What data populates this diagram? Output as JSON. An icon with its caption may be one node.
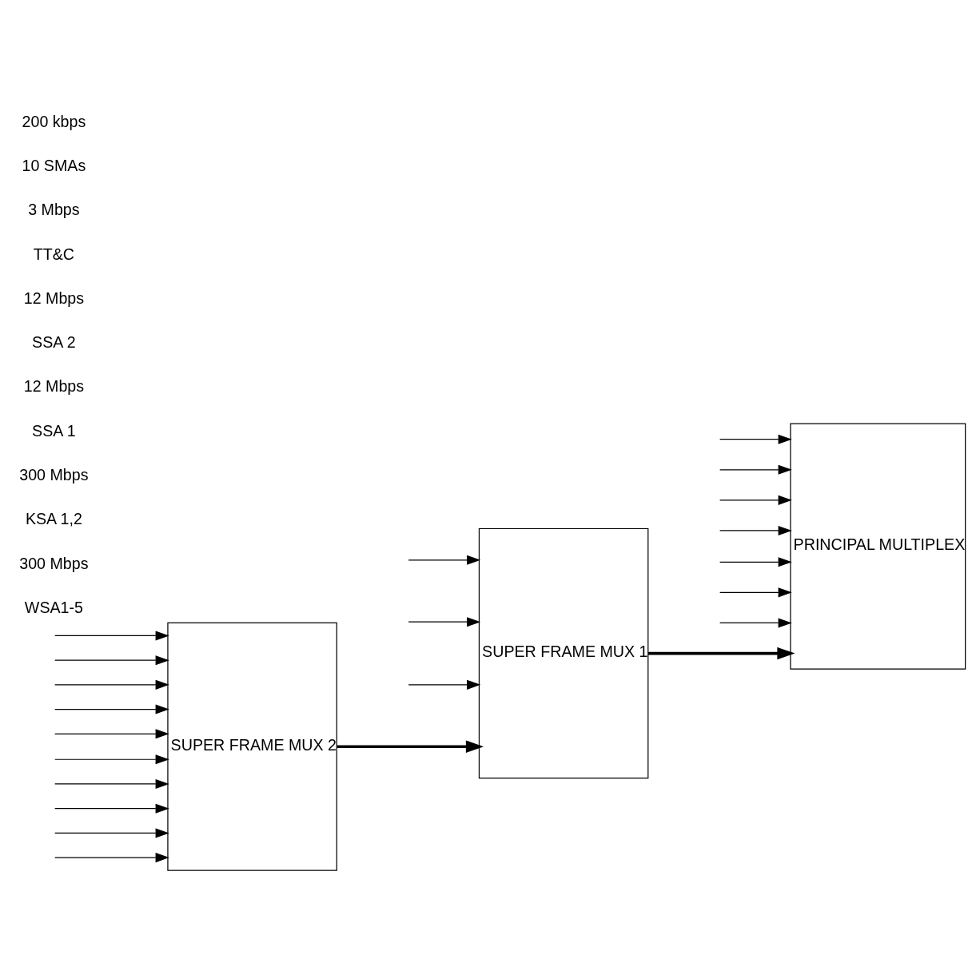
{
  "diagram": {
    "nodes": [
      {
        "text": [
          "PRINCIPAL MULTIPLEX"
        ]
      },
      {
        "text": [
          "SUPER FRAME MUX 1"
        ]
      },
      {
        "text": [
          "SUPER FRAME MUX 2"
        ]
      }
    ],
    "edges": [
      {
        "from": null,
        "to": 0,
        "arrow": "to"
      },
      {
        "from": null,
        "to": 0,
        "arrow": "to"
      },
      {
        "from": null,
        "to": 0,
        "arrow": "to"
      },
      {
        "from": null,
        "to": 0,
        "arrow": "to"
      },
      {
        "from": null,
        "to": 0,
        "arrow": "to"
      },
      {
        "from": null,
        "to": 0,
        "arrow": "to"
      },
      {
        "from": null,
        "to": 0,
        "arrow": "to"
      },
      {
        "from": 1,
        "to": 0,
        "arrow": "to",
        "style": "thick"
      },
      {
        "from": null,
        "to": 1,
        "arrow": "to"
      },
      {
        "from": null,
        "to": 1,
        "arrow": "to"
      },
      {
        "from": null,
        "to": 1,
        "arrow": "to"
      },
      {
        "from": 2,
        "to": 1,
        "arrow": "to",
        "style": "thick"
      },
      {
        "from": null,
        "to": 2,
        "arrow": "to"
      },
      {
        "from": null,
        "to": 2,
        "arrow": "to"
      },
      {
        "from": null,
        "to": 2,
        "arrow": "to"
      },
      {
        "from": null,
        "to": 2,
        "arrow": "to"
      },
      {
        "from": null,
        "to": 2,
        "arrow": "to"
      },
      {
        "from": null,
        "to": 2,
        "arrow": "to"
      },
      {
        "from": null,
        "to": 2,
        "arrow": "to"
      },
      {
        "from": null,
        "to": 2,
        "arrow": "to"
      },
      {
        "from": null,
        "to": 2,
        "arrow": "to"
      },
      {
        "from": null,
        "to": 2,
        "arrow": "to"
      }
    ],
    "labels": [
      "WSA1-5",
      "300 Mbps",
      "KSA 1,2",
      "300 Mbps",
      "SSA 1",
      "12 Mbps",
      "SSA 2",
      "12 Mbps",
      "TT&C",
      "3 Mbps",
      "10 SMAs",
      "200 kbps"
    ]
  }
}
